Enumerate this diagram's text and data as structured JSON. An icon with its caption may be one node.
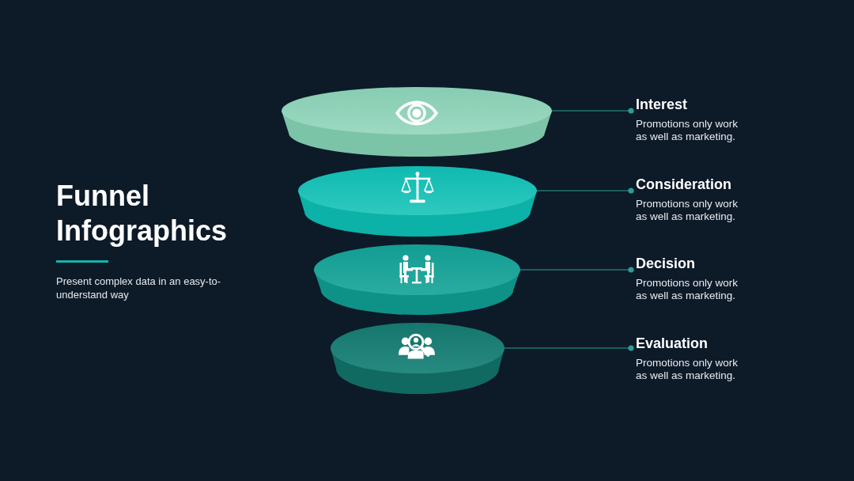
{
  "diagram": {
    "title": "Funnel Infographics",
    "nodes": [
      {
        "text": [],
        "shape": "cylinder"
      },
      {
        "text": [
          "Interest",
          "Promotions only work as well as marketing."
        ]
      },
      {
        "text": [],
        "shape": "cylinder"
      },
      {
        "text": [
          "Consideration",
          "Promotions only work as well as marketing."
        ]
      },
      {
        "text": [],
        "shape": "cylinder"
      },
      {
        "text": [
          "Decision",
          "Promotions only work as well as marketing."
        ]
      },
      {
        "text": [],
        "shape": "cylinder"
      },
      {
        "text": [
          "Evaluation",
          "Promotions only work as well as marketing."
        ]
      }
    ],
    "edges": [
      {
        "from": 0,
        "to": 1,
        "arrow": "other"
      },
      {
        "from": 2,
        "to": 3,
        "arrow": "other"
      },
      {
        "from": 4,
        "to": 5,
        "arrow": "other"
      },
      {
        "from": 6,
        "to": 7,
        "arrow": "other"
      }
    ],
    "labels": [
      "Present complex data in an easy-to-understand way"
    ]
  }
}
